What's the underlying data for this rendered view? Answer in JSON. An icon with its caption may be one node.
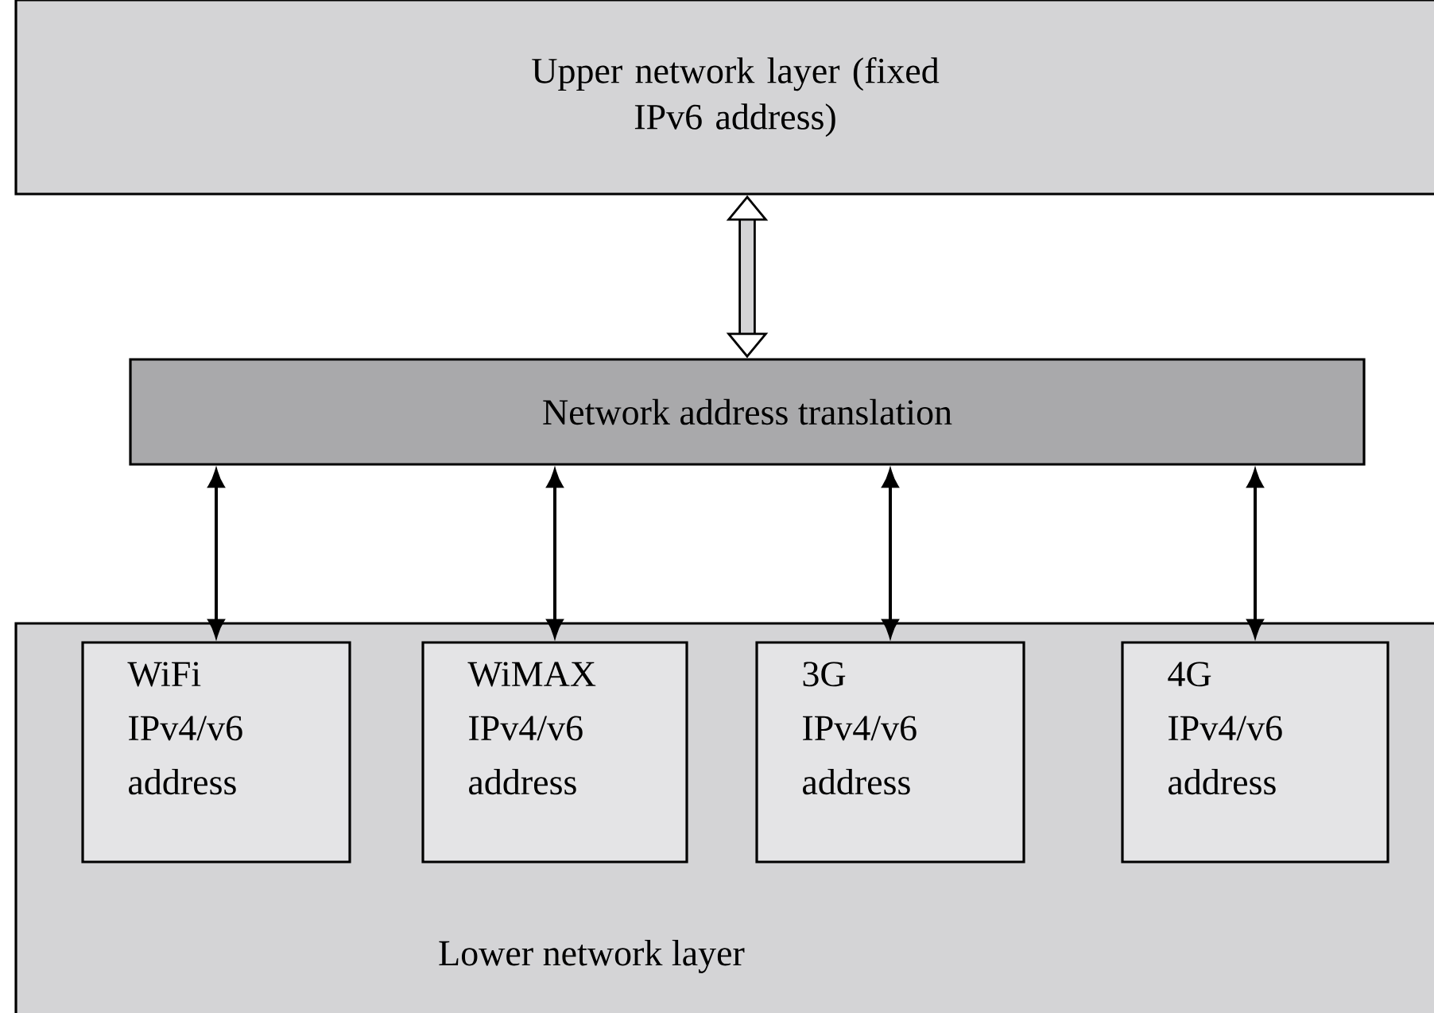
{
  "diagram": {
    "nodes": [
      {
        "text": [
          "Upper network layer (fixed IPv6 address)"
        ]
      },
      {
        "text": [
          "Network address translation"
        ]
      },
      {
        "text": [
          "Lower network layer"
        ]
      },
      {
        "text": [
          "WiFi IPv4/v6 address"
        ],
        "in": 2
      },
      {
        "text": [
          "WiMAX IPv4/v6 address"
        ],
        "in": 2
      },
      {
        "text": [
          "3G IPv4/v6 address"
        ],
        "in": 2
      },
      {
        "text": [
          "4G IPv4/v6 address"
        ],
        "in": 2
      }
    ],
    "edges": [
      {
        "from": 0,
        "to": 1,
        "arrow": "both",
        "style": "thick"
      },
      {
        "from": 1,
        "to": 3,
        "arrow": "both"
      },
      {
        "from": 1,
        "to": 4,
        "arrow": "both"
      },
      {
        "from": 1,
        "to": 5,
        "arrow": "both"
      },
      {
        "from": 1,
        "to": 6,
        "arrow": "both"
      }
    ]
  }
}
